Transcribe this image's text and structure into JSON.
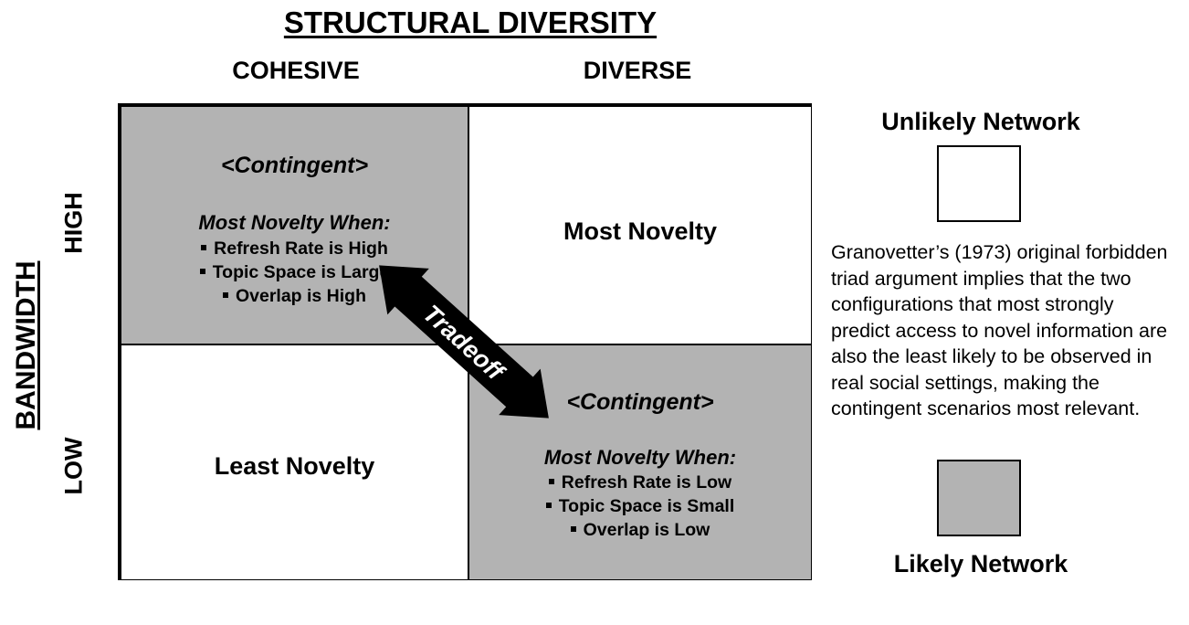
{
  "title": "STRUCTURAL DIVERSITY",
  "columns": [
    "COHESIVE",
    "DIVERSE"
  ],
  "y_axis_title": "BANDWIDTH",
  "rows": [
    "HIGH",
    "LOW"
  ],
  "cells": {
    "high_cohesive": {
      "heading": "<Contingent>",
      "subheading": "Most Novelty When:",
      "conditions": [
        "Refresh Rate is High",
        "Topic Space is Large",
        "Overlap is High"
      ],
      "fill": "#b3b3b3"
    },
    "high_diverse": {
      "label": "Most Novelty",
      "fill": "#ffffff"
    },
    "low_cohesive": {
      "label": "Least Novelty",
      "fill": "#ffffff"
    },
    "low_diverse": {
      "heading": "<Contingent>",
      "subheading": "Most Novelty When:",
      "conditions": [
        "Refresh Rate is Low",
        "Topic Space is Small",
        "Overlap is Low"
      ],
      "fill": "#b3b3b3"
    }
  },
  "tradeoff_label": "Tradeoff",
  "legend": {
    "unlikely_label": "Unlikely Network",
    "unlikely_color": "#ffffff",
    "likely_label": "Likely Network",
    "likely_color": "#b3b3b3"
  },
  "description": "Granovetter’s (1973) original forbidden triad argument implies that the two configurations that most strongly predict access to novel information are also the least likely to be observed in real social settings, making the contingent scenarios most relevant."
}
